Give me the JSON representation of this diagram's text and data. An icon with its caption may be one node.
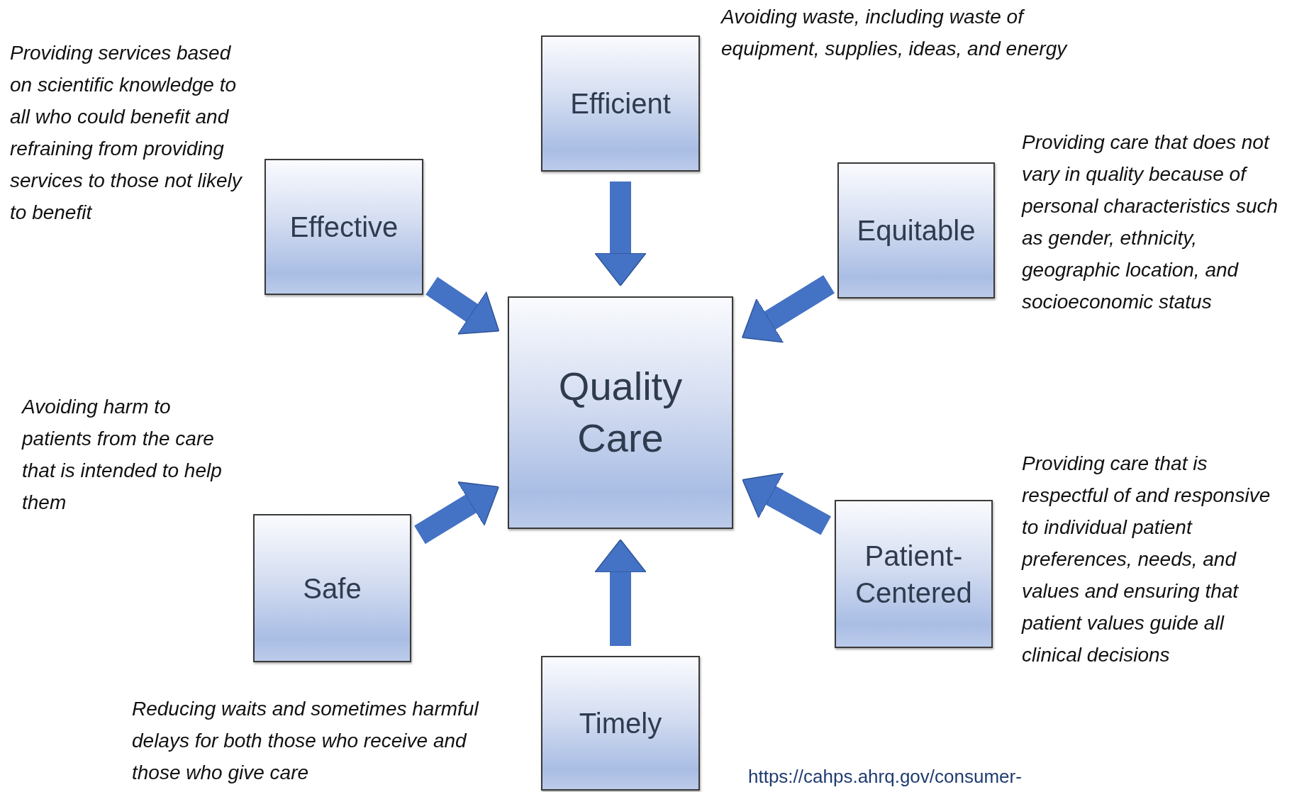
{
  "diagram": {
    "nodes": [
      {
        "text": [
          "Quality Care"
        ]
      },
      {
        "text": [
          "Efficient"
        ],
        "beside": [
          "Avoiding waste, including waste of equipment, supplies, ideas, and energy"
        ]
      },
      {
        "text": [
          "Effective"
        ],
        "beside": [
          "Providing services based on scientific knowledge to all who could benefit and refraining from providing services to those not likely to benefit"
        ]
      },
      {
        "text": [
          "Equitable"
        ],
        "beside": [
          "Providing care that does not vary in quality because of personal characteristics such as gender, ethnicity, geographic location, and socioeconomic status"
        ]
      },
      {
        "text": [
          "Safe"
        ],
        "beside": [
          "Avoiding harm to patients from the care that is intended to help them"
        ]
      },
      {
        "text": [
          "Patient-Centered"
        ],
        "beside": [
          "Providing care that is respectful of and responsive to individual patient preferences, needs, and values and ensuring that patient values guide all clinical decisions"
        ]
      },
      {
        "text": [
          "Timely"
        ],
        "beside": [
          "Reducing waits and sometimes harmful delays for both those who receive and those who give care"
        ]
      }
    ],
    "edges": [
      {
        "from": 1,
        "to": 0,
        "arrow": "to"
      },
      {
        "from": 2,
        "to": 0,
        "arrow": "to"
      },
      {
        "from": 3,
        "to": 0,
        "arrow": "to"
      },
      {
        "from": 4,
        "to": 0,
        "arrow": "to"
      },
      {
        "from": 5,
        "to": 0,
        "arrow": "to"
      },
      {
        "from": 6,
        "to": 0,
        "arrow": "to"
      }
    ],
    "labels": [
      "https://cahps.ahrq.gov/consumer-"
    ]
  }
}
